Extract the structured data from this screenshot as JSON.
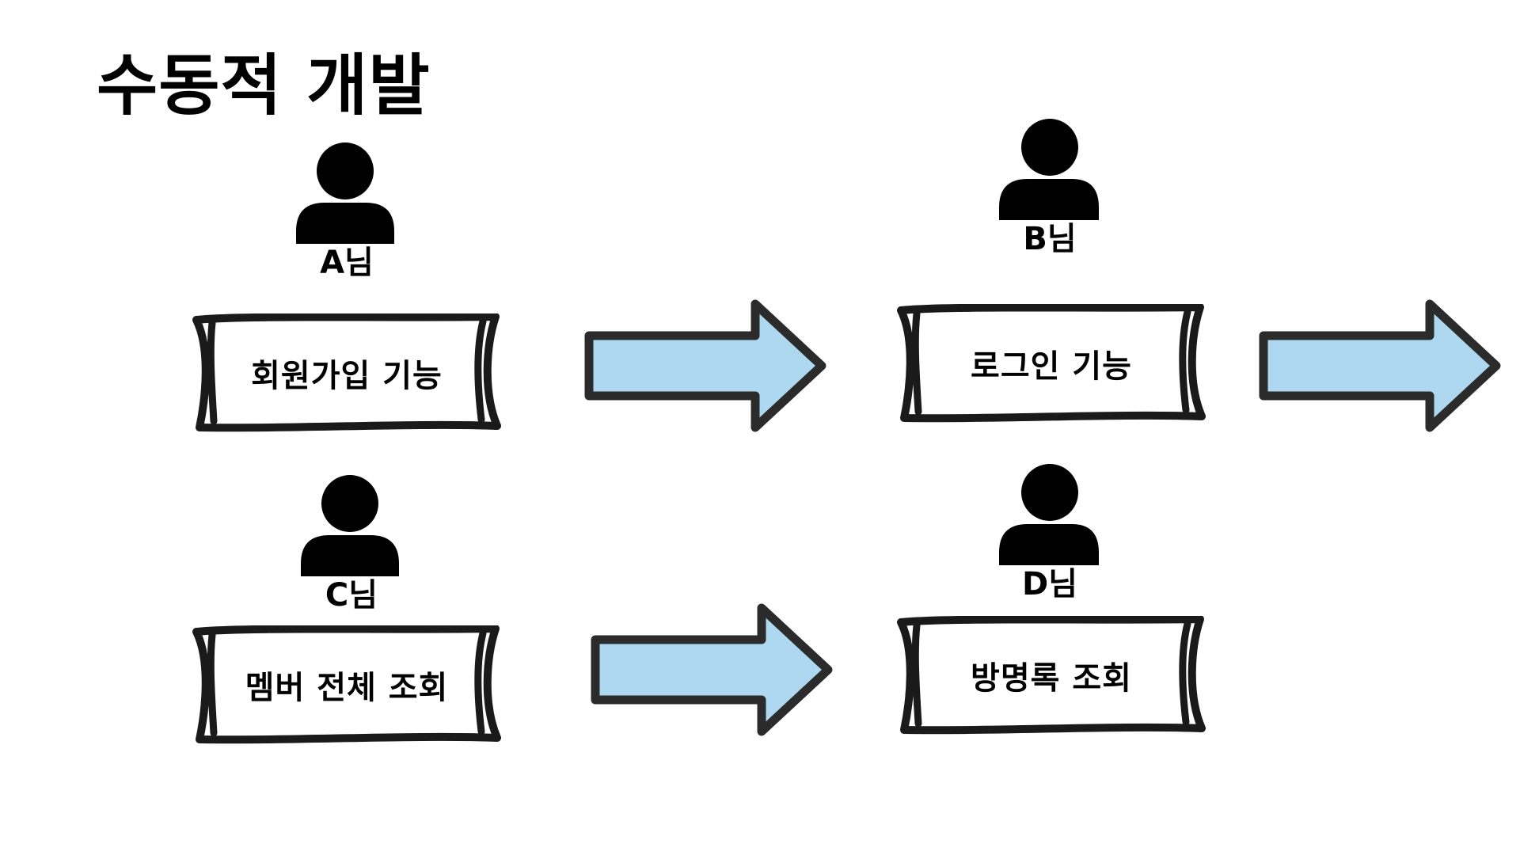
{
  "title": "수동적 개발",
  "colors": {
    "arrow_fill": "#add8f0",
    "arrow_stroke": "#2b2b2b",
    "box_stroke": "#1a1a1a",
    "icon": "#000000"
  },
  "workers": [
    {
      "name": "A님",
      "task": "회원가입 기능"
    },
    {
      "name": "B님",
      "task": "로그인 기능"
    },
    {
      "name": "C님",
      "task": "멤버 전체 조회"
    },
    {
      "name": "D님",
      "task": "방명록 조회"
    }
  ],
  "icons": {
    "person": "person-icon",
    "arrow": "arrow-right-icon"
  }
}
